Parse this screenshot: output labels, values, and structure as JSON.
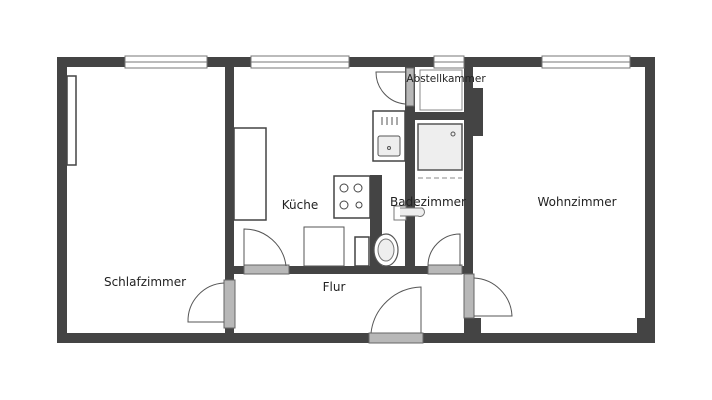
{
  "floorplan": {
    "colors": {
      "wall": "#444444",
      "door_leaf": "#b8b8b8",
      "fixture_fill": "#eeeeee",
      "background": "#ffffff",
      "text": "#222222"
    },
    "rooms": [
      {
        "id": "schlafzimmer",
        "label": "Schlafzimmer"
      },
      {
        "id": "kueche",
        "label": "Küche"
      },
      {
        "id": "abstellkammer",
        "label": "Abstellkammer"
      },
      {
        "id": "badezimmer",
        "label": "Badezimmer"
      },
      {
        "id": "wohnzimmer",
        "label": "Wohnzimmer"
      },
      {
        "id": "flur",
        "label": "Flur"
      }
    ],
    "fixtures": [
      "sink",
      "stove",
      "fridge",
      "shower",
      "toilet",
      "washbasin",
      "wardrobe"
    ]
  }
}
